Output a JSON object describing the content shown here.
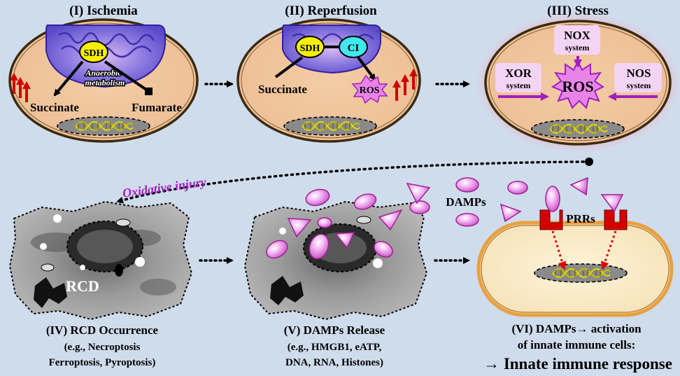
{
  "panels": {
    "p1": {
      "title": "(I) Ischemia",
      "sdh": "SDH",
      "metabolism_line1": "Anaerobic",
      "metabolism_line2": "metabolism",
      "succinate": "Succinate",
      "fumarate": "Fumarate"
    },
    "p2": {
      "title": "(II) Reperfusion",
      "sdh": "SDH",
      "ci": "CI",
      "succinate": "Succinate",
      "ros": "ROS"
    },
    "p3": {
      "title": "(III) Stress",
      "nox": "NOX",
      "nox_sub": "system",
      "xor": "XOR",
      "xor_sub": "system",
      "nos": "NOS",
      "nos_sub": "system",
      "ros": "ROS"
    },
    "p4": {
      "rcd": "RCD",
      "caption1": "(IV) RCD Occurrence",
      "caption2": "(e.g., Necroptosis",
      "caption3": "Ferroptosis, Pyroptosis)"
    },
    "p5": {
      "caption1": "(V) DAMPs Release",
      "caption2": "(e.g., HMGB1, eATP,",
      "caption3": "DNA, RNA, Histones)"
    },
    "p6": {
      "damps": "DAMPs",
      "prrs": "PRRs",
      "caption1": "(VI) DAMPs→ activation",
      "caption2": "of innate immune cells:",
      "caption3": "→ Innate immune response"
    }
  },
  "oxidative_injury": "Oxidative injury",
  "colors": {
    "background": "#cfdcec",
    "cell": "#f2c8a0",
    "mito": "#8878d8",
    "ros_star": "#e884e8",
    "arrow_red": "#d80000",
    "arrow_purple": "#a020c0",
    "damp_pink": "#e8a0e8"
  }
}
